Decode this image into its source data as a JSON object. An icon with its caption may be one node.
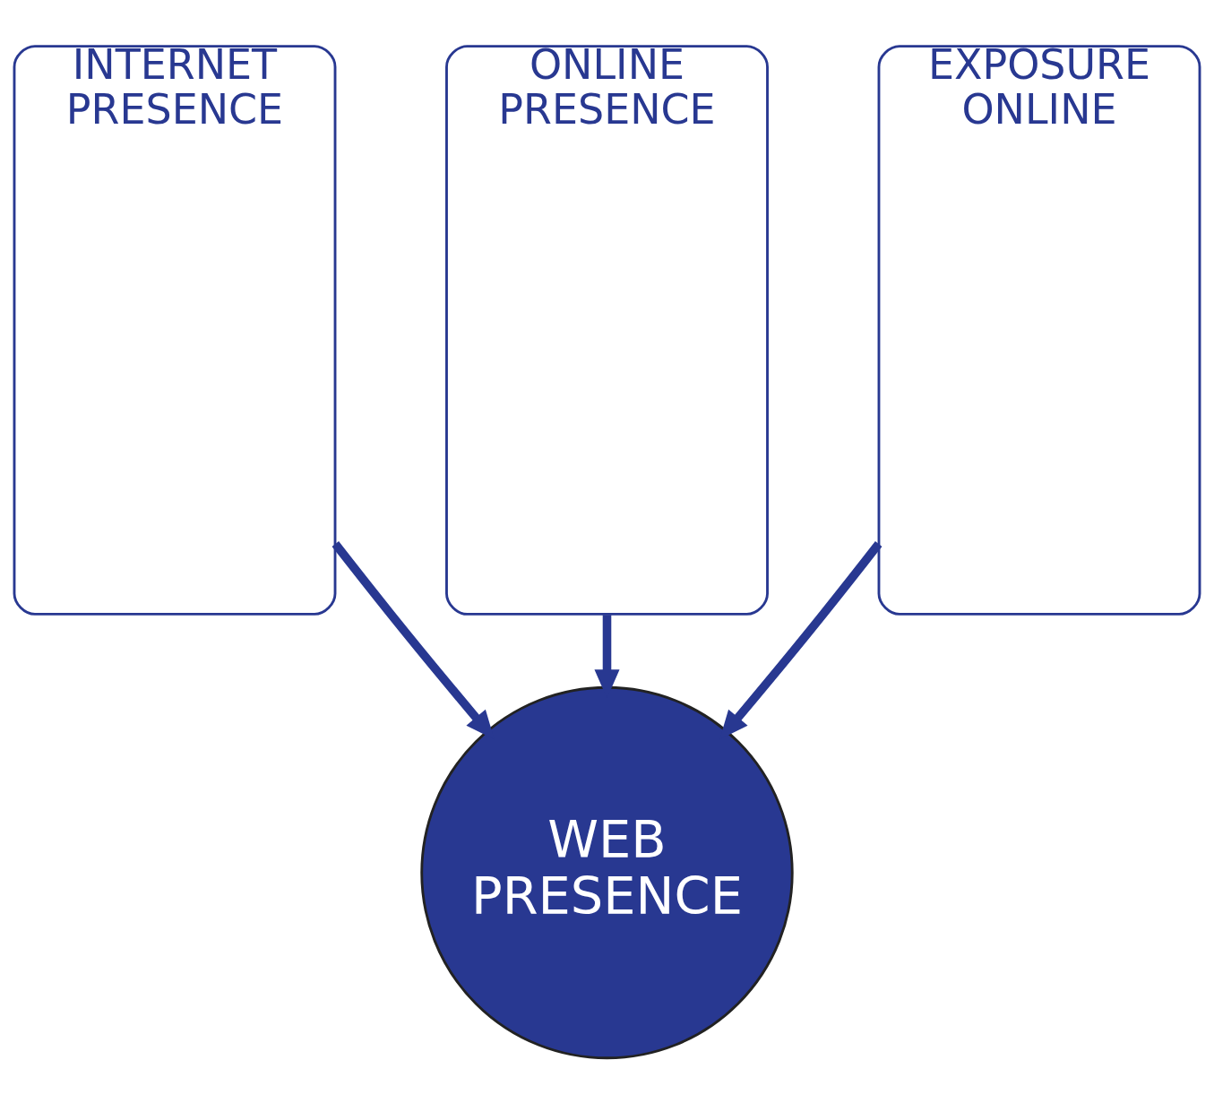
{
  "diagram": {
    "nodes": [
      {
        "text": [
          "INTERNET PRESENCE"
        ]
      },
      {
        "text": [
          "ONLINE PRESENCE"
        ]
      },
      {
        "text": [
          "EXPOSURE ONLINE"
        ]
      },
      {
        "text": [
          "WEB PRESENCE"
        ]
      }
    ],
    "edges": [
      {
        "from": 0,
        "to": 3,
        "arrow": "to"
      },
      {
        "from": 1,
        "to": 3,
        "arrow": "to"
      },
      {
        "from": 2,
        "to": 3,
        "arrow": "to"
      }
    ]
  }
}
